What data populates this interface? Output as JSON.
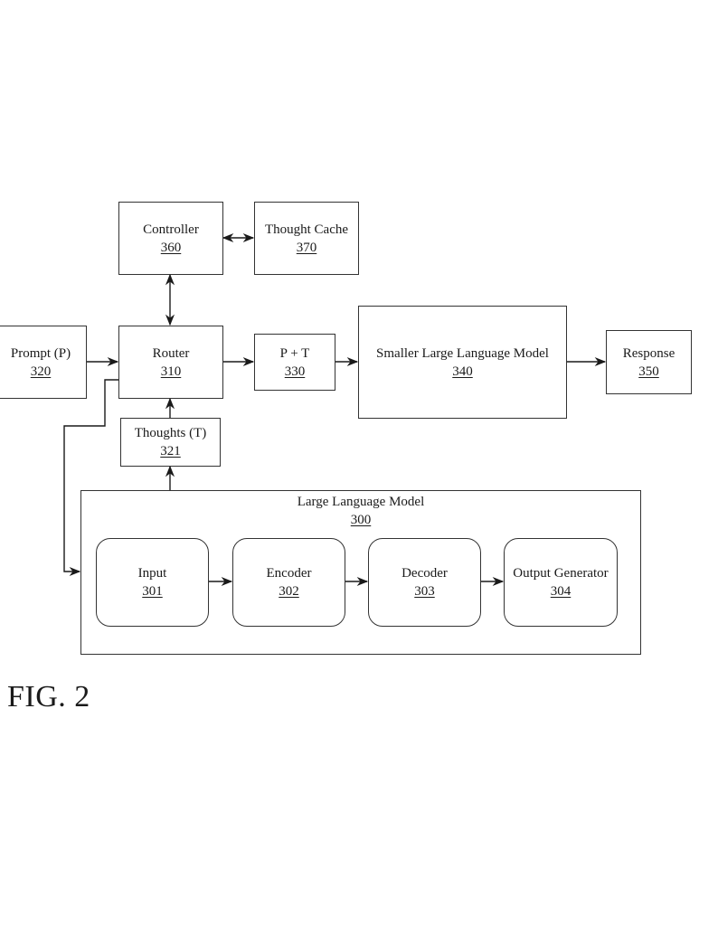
{
  "figure_label": "FIG. 2",
  "nodes": {
    "controller": {
      "label": "Controller",
      "ref": "360"
    },
    "thought_cache": {
      "label": "Thought Cache",
      "ref": "370"
    },
    "prompt": {
      "label": "Prompt (P)",
      "ref": "320"
    },
    "router": {
      "label": "Router",
      "ref": "310"
    },
    "p_plus_t": {
      "label": "P + T",
      "ref": "330"
    },
    "smaller_llm": {
      "label": "Smaller Large Language Model",
      "ref": "340"
    },
    "response": {
      "label": "Response",
      "ref": "350"
    },
    "thoughts": {
      "label": "Thoughts (T)",
      "ref": "321"
    },
    "llm": {
      "label": "Large Language Model",
      "ref": "300"
    },
    "input": {
      "label": "Input",
      "ref": "301"
    },
    "encoder": {
      "label": "Encoder",
      "ref": "302"
    },
    "decoder": {
      "label": "Decoder",
      "ref": "303"
    },
    "output_generator": {
      "label": "Output Generator",
      "ref": "304"
    }
  },
  "edges": [
    {
      "from": "controller",
      "to": "thought_cache",
      "bidirectional": true
    },
    {
      "from": "controller",
      "to": "router",
      "bidirectional": true
    },
    {
      "from": "prompt",
      "to": "router",
      "bidirectional": false
    },
    {
      "from": "router",
      "to": "p_plus_t",
      "bidirectional": false
    },
    {
      "from": "p_plus_t",
      "to": "smaller_llm",
      "bidirectional": false
    },
    {
      "from": "smaller_llm",
      "to": "response",
      "bidirectional": false
    },
    {
      "from": "thoughts",
      "to": "router",
      "bidirectional": false
    },
    {
      "from": "llm",
      "to": "thoughts",
      "bidirectional": false
    },
    {
      "from": "router",
      "to": "llm",
      "bidirectional": false
    },
    {
      "from": "input",
      "to": "encoder",
      "bidirectional": false
    },
    {
      "from": "encoder",
      "to": "decoder",
      "bidirectional": false
    },
    {
      "from": "decoder",
      "to": "output_generator",
      "bidirectional": false
    }
  ]
}
